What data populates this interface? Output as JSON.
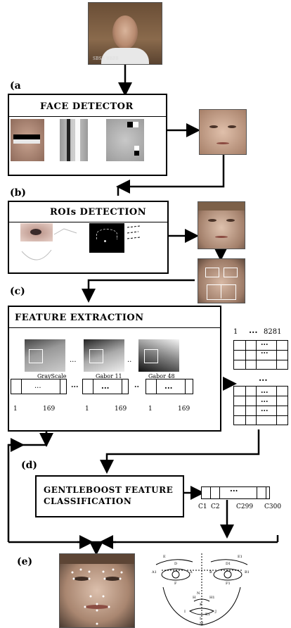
{
  "steps": {
    "a": "(a",
    "b": "(b)",
    "c": "(c)",
    "d": "(d)",
    "e": "(e)"
  },
  "stages": {
    "face_detector": "FACE DETECTOR",
    "roi_detection": "ROIs DETECTION",
    "feature_extraction": "FEATURE EXTRACTION",
    "classification_line1": "GENTLEBOOST FEATURE",
    "classification_line2": "CLASSIFICATION"
  },
  "filters": [
    "GrayScale",
    "Gabor 11",
    "Gabor 48"
  ],
  "vector_labels": {
    "start": "1",
    "end": "169",
    "dots": "...",
    "between": "..",
    "between_wide": "..."
  },
  "matrix_labels": {
    "start": "1",
    "dots": "...",
    "end": "8281"
  },
  "classifier_labels": [
    "C1",
    "C2",
    "C299",
    "C300"
  ],
  "photo_caption": "SBSB BBBB",
  "landmarks": [
    "A1",
    "A",
    "B",
    "B1",
    "D",
    "D1",
    "E",
    "E1",
    "F",
    "F1",
    "H",
    "H1",
    "I",
    "J",
    "K",
    "L",
    "M",
    "N",
    "K1"
  ]
}
